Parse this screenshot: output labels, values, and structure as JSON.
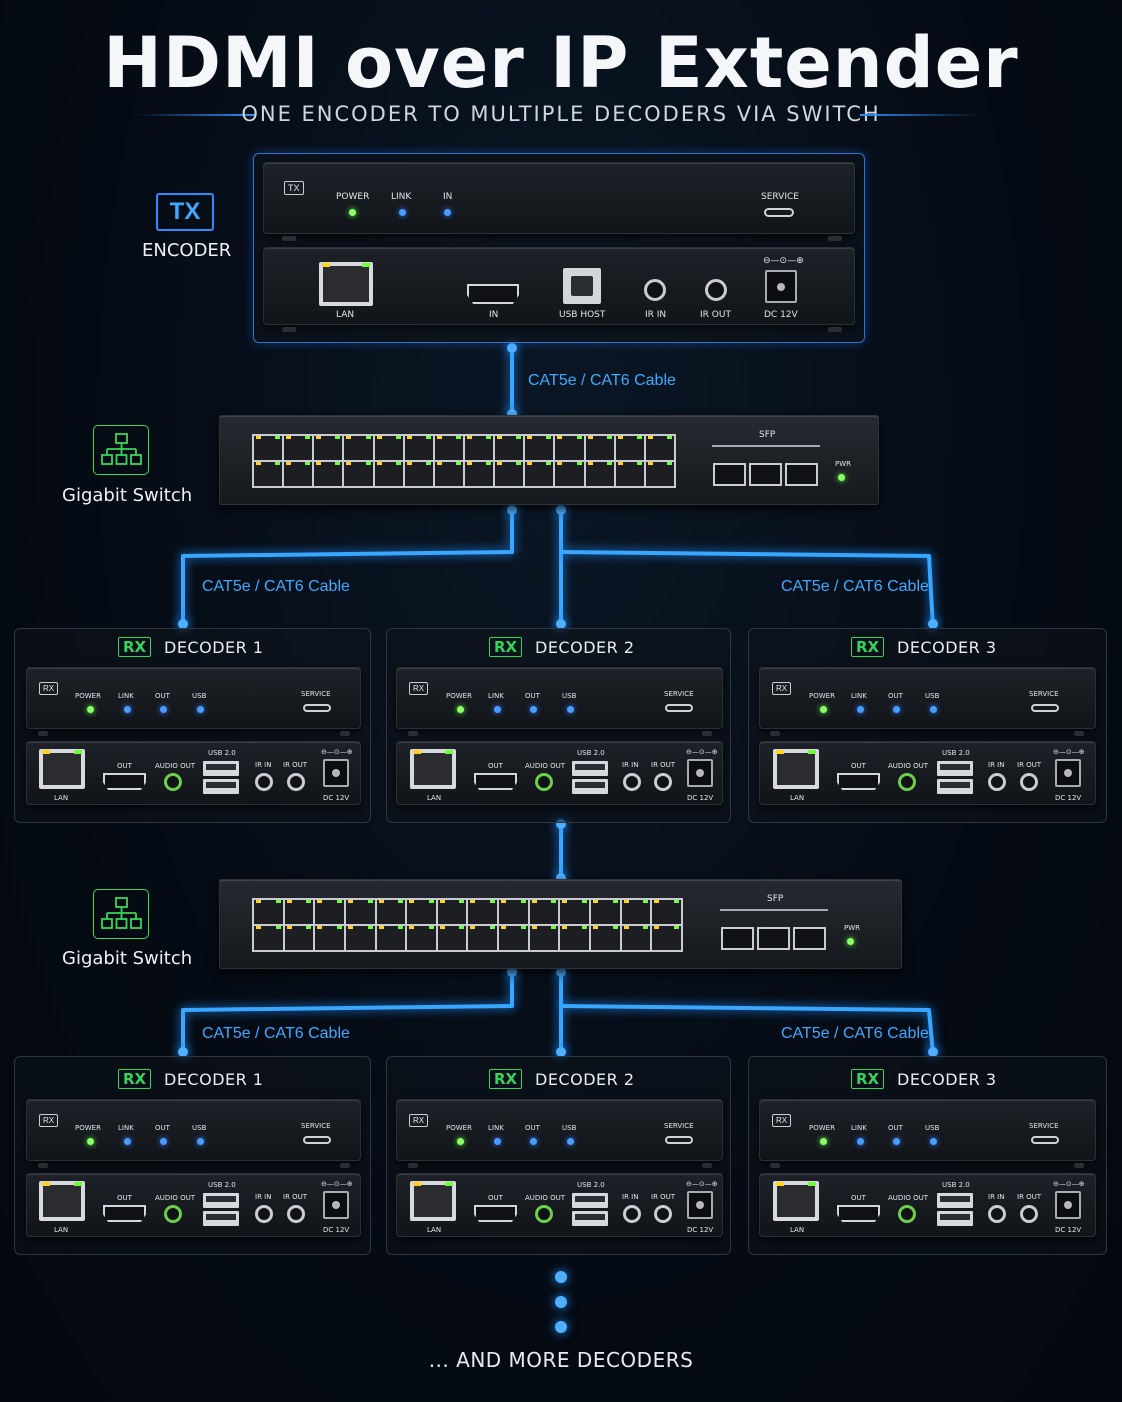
{
  "title": "HDMI over IP Extender",
  "subtitle": "ONE ENCODER TO MULTIPLE DECODERS VIA SWITCH",
  "cable_label": "CAT5e / CAT6 Cable",
  "more_label": "... AND MORE DECODERS",
  "colors": {
    "accent": "#39a6ff",
    "rx_green": "#35d35a",
    "background": "#050b14"
  },
  "encoder": {
    "badge": "TX",
    "label": "ENCODER",
    "panel_badge": "TX",
    "front": {
      "power": "POWER",
      "link": "LINK",
      "in": "IN",
      "service": "SERVICE"
    },
    "rear": {
      "lan": "LAN",
      "in": "IN",
      "usb_host": "USB HOST",
      "ir_in": "IR IN",
      "ir_out": "IR OUT",
      "dc": "DC 12V",
      "polarity": "⊖—⊙—⊕"
    }
  },
  "switch": {
    "label": "Gigabit Switch",
    "sfp": "SFP",
    "pwr": "PWR",
    "icon": "network-topology-icon"
  },
  "decoder_labels": {
    "badge": "RX",
    "front": {
      "power": "POWER",
      "link": "LINK",
      "out": "OUT",
      "usb": "USB",
      "service": "SERVICE"
    },
    "rear": {
      "lan": "LAN",
      "out": "OUT",
      "audio_out": "AUDIO OUT",
      "usb": "USB 2.0",
      "ir_in": "IR IN",
      "ir_out": "IR OUT",
      "dc": "DC 12V",
      "polarity": "⊖—⊙—⊕"
    }
  },
  "decoders_row1": [
    {
      "name": "DECODER 1"
    },
    {
      "name": "DECODER 2"
    },
    {
      "name": "DECODER 3"
    }
  ],
  "decoders_row2": [
    {
      "name": "DECODER 1"
    },
    {
      "name": "DECODER 2"
    },
    {
      "name": "DECODER 3"
    }
  ]
}
